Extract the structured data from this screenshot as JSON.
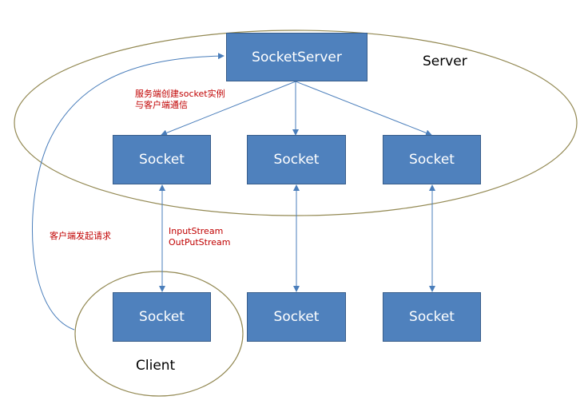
{
  "diagram": {
    "server_box": "SocketServer",
    "server_label": "Server",
    "client_label": "Client",
    "socket_label": "Socket",
    "annotations": {
      "create_line1": "服务端创建socket实例",
      "create_line2": "与客户端通信",
      "client_request": "客户端发起请求",
      "stream_in": "InputStream",
      "stream_out": "OutPutStream"
    },
    "colors": {
      "box_fill": "#4f81bd",
      "box_border": "#385d8a",
      "ellipse_stroke": "#938953",
      "arrow": "#4a7ebb",
      "annotation_text": "#c00000"
    }
  }
}
